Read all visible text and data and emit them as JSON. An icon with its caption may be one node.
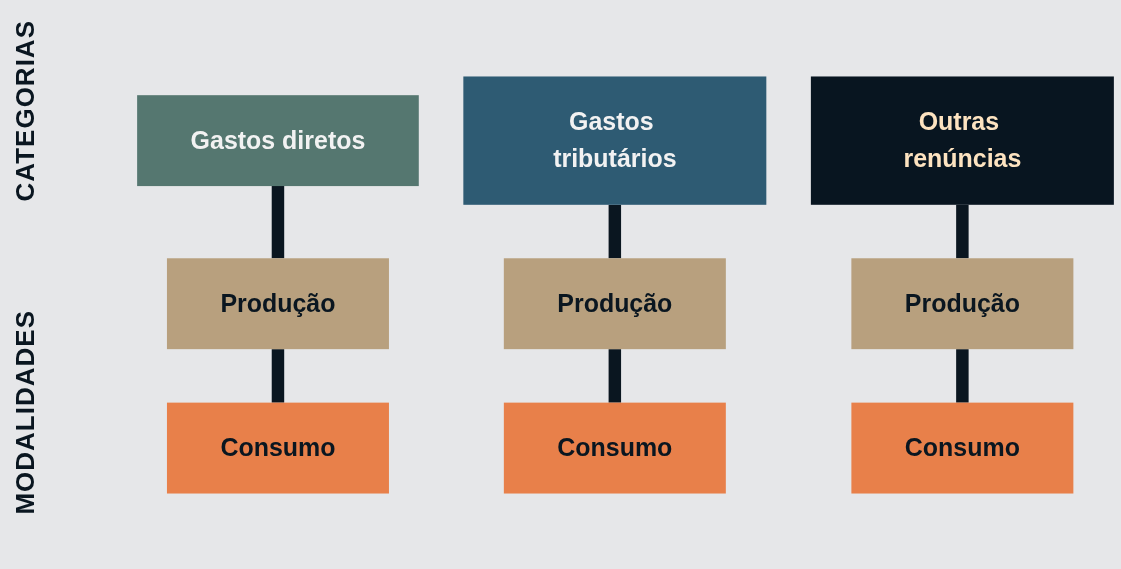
{
  "diagram": {
    "nodes": [
      {
        "text": [
          "Gastos diretos"
        ]
      },
      {
        "text": [
          "Gastos tributários"
        ]
      },
      {
        "text": [
          "Outras renúncias"
        ]
      },
      {
        "text": [
          "Produção"
        ]
      },
      {
        "text": [
          "Produção"
        ]
      },
      {
        "text": [
          "Produção"
        ]
      },
      {
        "text": [
          "Consumo"
        ]
      },
      {
        "text": [
          "Consumo"
        ]
      },
      {
        "text": [
          "Consumo"
        ]
      }
    ],
    "edges": [
      {
        "from": 0,
        "to": 3,
        "arrow": "none"
      },
      {
        "from": 3,
        "to": 6,
        "arrow": "none"
      },
      {
        "from": 1,
        "to": 4,
        "arrow": "none"
      },
      {
        "from": 4,
        "to": 7,
        "arrow": "none"
      },
      {
        "from": 2,
        "to": 5,
        "arrow": "none"
      },
      {
        "from": 5,
        "to": 8,
        "arrow": "none"
      }
    ],
    "labels": [
      "CATEGORIAS",
      "MODALIDADES"
    ]
  }
}
